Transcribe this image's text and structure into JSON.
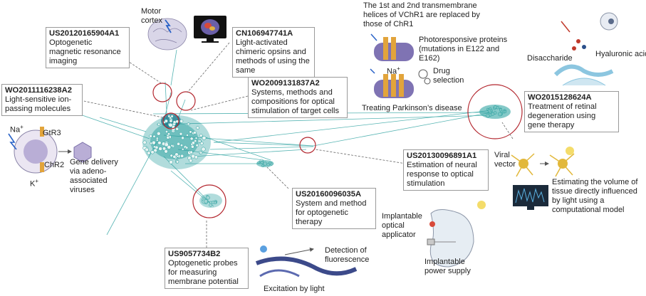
{
  "patents": [
    {
      "id": "US20120165904A1",
      "desc": "Optogenetic magnetic resonance imaging"
    },
    {
      "id": "CN106947741A",
      "desc": "Light-activated chimeric opsins and methods of using the same"
    },
    {
      "id": "WO2009131837A2",
      "desc": "Systems, methods and compositions for optical stimulation of target cells"
    },
    {
      "id": "WO2011116238A2",
      "desc": "Light-sensitive ion-passing molecules"
    },
    {
      "id": "WO2015128624A",
      "desc": "Treatment of retinal degeneration using gene therapy"
    },
    {
      "id": "US20130096891A1",
      "desc": "Estimation of neural response to optical stimulation"
    },
    {
      "id": "US20160096035A",
      "desc": "System and method for optogenetic therapy"
    },
    {
      "id": "US9057734B2",
      "desc": "Optogenetic probes for measuring membrane potential"
    }
  ],
  "labels": {
    "motor_cortex": "Motor cortex",
    "transmembrane": "The 1st and 2nd transmembrane helices of VChR1 are replaced by those of ChR1",
    "photoresponsive": "Photoresponsive proteins (mutations in E122 and E162)",
    "na_top": "Na",
    "drug_selection": "Drug selection",
    "parkinsons": "Treating Parkinson’s disease",
    "disaccharide": "Disaccharide",
    "hyaluronic": "Hyaluronic acid",
    "na_left": "Na",
    "gtr3": "GtR3",
    "chr2": "ChR2",
    "k": "K",
    "gene_delivery": "Gene delivery via adeno-associated viruses",
    "viral_vector": "Viral vector",
    "estimating": "Estimating the volume of tissue directly influenced by light using a computational model",
    "implantable_optical": "Implantable optical applicator",
    "implantable_power": "Implantable power supply",
    "detection": "Detection of fluorescence",
    "excitation": "Excitation by light",
    "plus": "+"
  },
  "colors": {
    "network": "#1f9c9a",
    "network_dark": "#0f6f84",
    "highlight_ring": "#b3262e",
    "node_fill": "#e8f3f2"
  }
}
